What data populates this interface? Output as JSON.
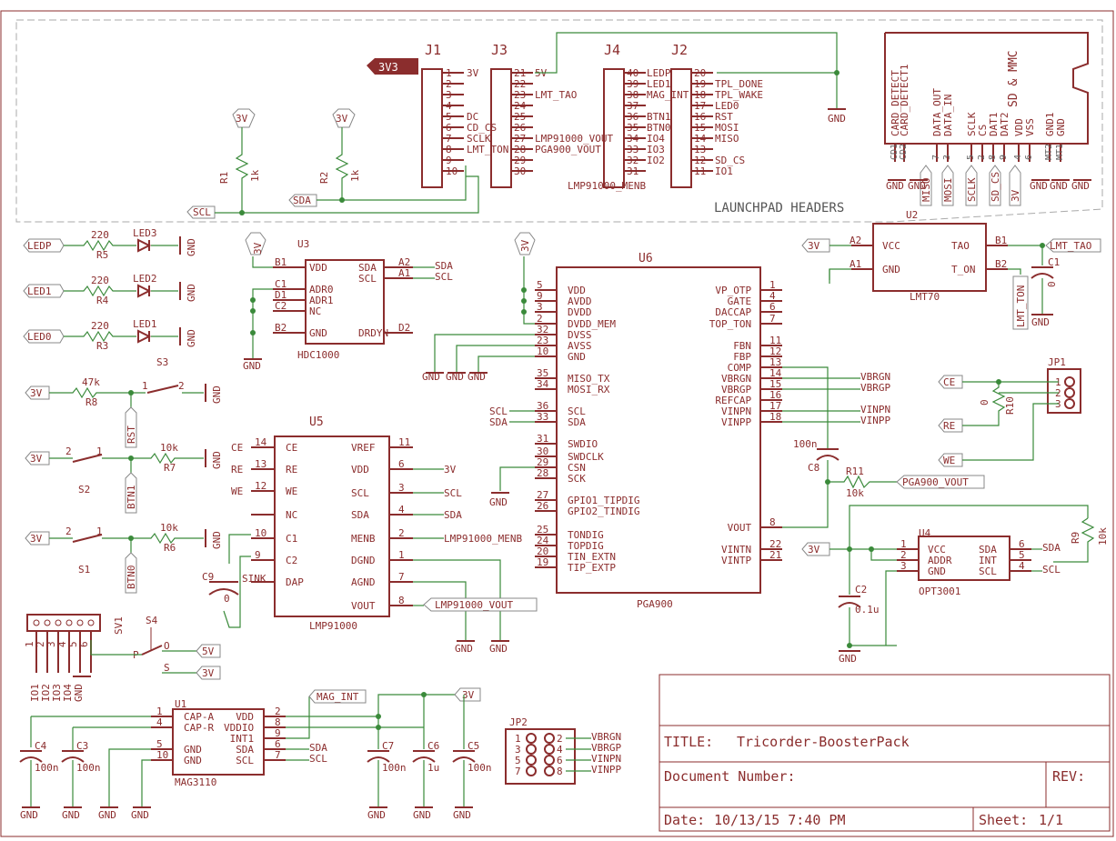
{
  "title_block": {
    "title_label": "TITLE:",
    "title": "Tricorder-BoosterPack",
    "docnum_label": "Document Number:",
    "rev_label": "REV:",
    "date_label": "Date:",
    "date": "10/13/15 7:40 PM",
    "sheet_label": "Sheet:",
    "sheet": "1/1"
  },
  "headers": {
    "section_label": "LAUNCHPAD HEADERS",
    "j1": "J1",
    "j3": "J3",
    "j4": "J4",
    "j2": "J2",
    "tag_3v3": "3V3",
    "j1_pins": [
      "1",
      "2",
      "3",
      "4",
      "5",
      "6",
      "7",
      "8",
      "9",
      "10"
    ],
    "j1_nets": [
      "3V",
      "",
      "",
      "",
      "DC",
      "CD_CS",
      "SCLK",
      "LMT_TON",
      "",
      ""
    ],
    "j3_pins": [
      "21",
      "22",
      "23",
      "24",
      "25",
      "26",
      "27",
      "28",
      "29",
      "30"
    ],
    "j3_nets": [
      "5V",
      "",
      "LMT_TAO",
      "",
      "",
      "",
      "LMP91000_VOUT",
      "PGA900_VOUT",
      "",
      ""
    ],
    "j4_pins": [
      "40",
      "39",
      "38",
      "37",
      "36",
      "35",
      "34",
      "33",
      "32",
      "31"
    ],
    "j4_nets": [
      "LEDP",
      "LED1",
      "MAG_INT",
      "",
      "BTN1",
      "BTN0",
      "IO4",
      "IO3",
      "IO2",
      ""
    ],
    "j2_pins": [
      "20",
      "19",
      "18",
      "17",
      "16",
      "15",
      "14",
      "13",
      "12",
      "11"
    ],
    "j2_nets": [
      "",
      "TPL_DONE",
      "TPL_WAKE",
      "LED0",
      "RST",
      "MOSI",
      "MISO",
      "",
      "SD_CS",
      "IO1"
    ],
    "lmp_menb": "LMP91000_MENB",
    "gnd": "GND",
    "r1": "R1",
    "r1v": "1k",
    "r2": "R2",
    "r2v": "1k",
    "scl": "SCL",
    "sda": "SDA",
    "v3": "3V"
  },
  "sdmmc": {
    "title": "SD & MMC",
    "pins": [
      "CARD_DETECT",
      "CARD_DETECT1",
      "DATA_OUT",
      "DATA_IN",
      "SCLK",
      "CS",
      "DAT1",
      "DAT2",
      "VDD",
      "VSS",
      "GND1",
      "GND"
    ],
    "pin_nums": [
      "CD1",
      "CD2",
      "7",
      "3",
      "5",
      "2",
      "8",
      "9",
      "4",
      "6",
      "MT2",
      "MT1"
    ],
    "labels": [
      "MISO",
      "MOSI",
      "SCLK",
      "SD_CS",
      "3V"
    ],
    "gnds": [
      "GND",
      "GND",
      "GND",
      "GND",
      "GND"
    ]
  },
  "leds": [
    {
      "net": "LEDP",
      "r": "R5",
      "rv": "220",
      "led": "LED3",
      "gnd": "GND"
    },
    {
      "net": "LED1",
      "r": "R4",
      "rv": "220",
      "led": "LED2",
      "gnd": "GND"
    },
    {
      "net": "LED0",
      "r": "R3",
      "rv": "220",
      "led": "LED1",
      "gnd": "GND"
    }
  ],
  "switches": {
    "rst": {
      "net": "3V",
      "r": "R8",
      "rv": "47k",
      "sw": "S3",
      "lbl": "RST",
      "gnd": "GND",
      "p1": "1",
      "p2": "2"
    },
    "btn1": {
      "net": "3V",
      "r": "R7",
      "rv": "10k",
      "sw": "S2",
      "lbl": "BTN1",
      "gnd": "GND",
      "p1": "1",
      "p2": "2"
    },
    "btn0": {
      "net": "3V",
      "r": "R6",
      "rv": "10k",
      "sw": "S1",
      "lbl": "BTN0",
      "gnd": "GND",
      "p1": "1",
      "p2": "2"
    }
  },
  "u3": {
    "ref": "U3",
    "name": "HDC1000",
    "v3": "3V",
    "left": [
      "VDD",
      "ADR0",
      "ADR1",
      "NC",
      "GND"
    ],
    "leftpins": [
      "B1",
      "C1",
      "D1",
      "C2",
      "B2"
    ],
    "right": [
      "SDA",
      "SCL",
      "DRDYN"
    ],
    "rightpins": [
      "A2",
      "A1",
      "D2"
    ],
    "nets": [
      "SDA",
      "SCL"
    ],
    "gnd": "GND"
  },
  "u5": {
    "ref": "U5",
    "name": "LMP91000",
    "left": [
      "CE",
      "RE",
      "WE",
      "NC",
      "C1",
      "C2",
      "DAP"
    ],
    "leftpins": [
      "14",
      "13",
      "12",
      "",
      "10",
      "9",
      ""
    ],
    "leftnets": [
      "CE",
      "RE",
      "WE"
    ],
    "right": [
      "VREF",
      "VDD",
      "SCL",
      "SDA",
      "MENB",
      "DGND",
      "AGND",
      "VOUT"
    ],
    "rightpins": [
      "11",
      "6",
      "3",
      "4",
      "2",
      "1",
      "7",
      "8"
    ],
    "rightnets": [
      "3V",
      "SCL",
      "SDA",
      "LMP91000_MENB"
    ],
    "vout_tag": "LMP91000_VOUT",
    "sink": "SINK",
    "c9": "C9",
    "c9v": "0",
    "gnd": "GND"
  },
  "u6": {
    "ref": "U6",
    "name": "PGA900",
    "v3": "3V",
    "left": [
      "VDD",
      "AVDD",
      "DVDD",
      "DVDD_MEM",
      "DVSS",
      "AVSS",
      "GND",
      "MISO_TX",
      "MOSI_RX",
      "SCL",
      "SDA",
      "SWDIO",
      "SWDCLK",
      "CSN",
      "SCK",
      "GPIO1_TIPDIG",
      "GPIO2_TINDIG",
      "TONDIG",
      "TOPDIG",
      "TIN_EXTN",
      "TIP_EXTP"
    ],
    "leftpins": [
      "5",
      "9",
      "3",
      "2",
      "32",
      "23",
      "10",
      "35",
      "34",
      "36",
      "33",
      "31",
      "30",
      "29",
      "28",
      "27",
      "26",
      "25",
      "24",
      "20",
      "19"
    ],
    "leftnets": [
      "SCL",
      "SDA"
    ],
    "right": [
      "VP_OTP",
      "GATE",
      "DACCAP",
      "TOP_TON",
      "FBN",
      "FBP",
      "COMP",
      "VBRGN",
      "VBRGP",
      "REFCAP",
      "VINPN",
      "VINPP",
      "VOUT",
      "VINTN",
      "VINTP"
    ],
    "rightpins": [
      "1",
      "4",
      "6",
      "7",
      "11",
      "12",
      "13",
      "14",
      "15",
      "16",
      "17",
      "18",
      "8",
      "22",
      "21"
    ],
    "rightnets": [
      "VBRGN",
      "VBRGP",
      "VINPN",
      "VINPP"
    ],
    "c8": "C8",
    "c8v": "100n",
    "r11": "R11",
    "r11v": "10k",
    "vout_tag": "PGA900_VOUT",
    "gnd": "GND"
  },
  "u2": {
    "ref": "U2",
    "name": "LMT70",
    "v3": "3V",
    "left": [
      "VCC",
      "GND"
    ],
    "leftpins": [
      "A2",
      "A1"
    ],
    "right": [
      "TAO",
      "T_ON"
    ],
    "rightpins": [
      "B1",
      "B2"
    ],
    "tag_tao": "LMT_TAO",
    "tag_ton": "LMT_TON",
    "c1": "C1",
    "c1v": "0",
    "gnd": "GND"
  },
  "jp1": {
    "ref": "JP1",
    "pins": [
      "1",
      "2",
      "3"
    ],
    "r10": "R10",
    "r10v": "0",
    "nets": [
      "CE",
      "RE",
      "WE"
    ]
  },
  "u4": {
    "ref": "U4",
    "name": "OPT3001",
    "v3": "3V",
    "left": [
      "VCC",
      "ADDR",
      "GND"
    ],
    "leftpins": [
      "1",
      "2",
      "3"
    ],
    "right": [
      "SDA",
      "INT",
      "SCL"
    ],
    "rightpins": [
      "6",
      "5",
      "4"
    ],
    "nets": [
      "SDA",
      "SCL"
    ],
    "r9": "R9",
    "r9v": "10k",
    "c2": "C2",
    "c2v": "0.1u",
    "gnd": "GND"
  },
  "sv1": {
    "ref": "SV1",
    "pins": [
      "1",
      "2",
      "3",
      "4",
      "5",
      "6"
    ],
    "nets": [
      "IO1",
      "IO2",
      "IO3",
      "IO4",
      "GND"
    ],
    "s4": "S4",
    "p": "P",
    "o": "O",
    "s": "S",
    "v5": "5V",
    "v3": "3V"
  },
  "u1": {
    "ref": "U1",
    "name": "MAG3110",
    "left": [
      "CAP-A",
      "CAP-R",
      "GND",
      "GND"
    ],
    "leftpins": [
      "1",
      "4",
      "5",
      "10"
    ],
    "right": [
      "VDD",
      "VDDIO",
      "INT1",
      "SDA",
      "SCL"
    ],
    "rightpins": [
      "2",
      "8",
      "9",
      "6",
      "7"
    ],
    "nets": [
      "SDA",
      "SCL"
    ],
    "mag_int": "MAG_INT",
    "v3": "3V",
    "caps": [
      {
        "ref": "C4",
        "v": "100n"
      },
      {
        "ref": "C3",
        "v": "100n"
      },
      {
        "ref": "C7",
        "v": "100n"
      },
      {
        "ref": "C6",
        "v": "1u"
      },
      {
        "ref": "C5",
        "v": "100n"
      }
    ],
    "gnd": "GND"
  },
  "jp2": {
    "ref": "JP2",
    "pins": [
      "1",
      "2",
      "3",
      "4",
      "5",
      "6",
      "7",
      "8"
    ],
    "nets": [
      "VBRGN",
      "VBRGP",
      "VINPN",
      "VINPP"
    ]
  }
}
